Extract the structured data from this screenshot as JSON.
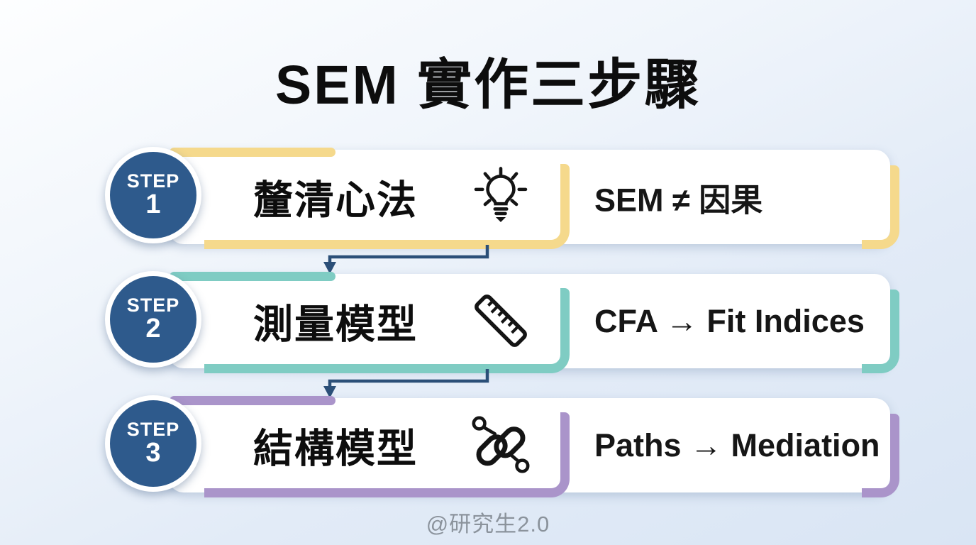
{
  "page": {
    "title": "SEM 實作三步驟",
    "footer_credit": "@研究生2.0"
  },
  "colors": {
    "background_top": "#FDFEFF",
    "background_bottom": "#D9E5F4",
    "badge_blue": "#2E5A8C",
    "connector_navy": "#2B4F78",
    "card_white": "#FFFFFF",
    "title_black": "#0D0D0D",
    "footer_gray": "#8B939C",
    "step1_accent": "#F5D98C",
    "step2_accent": "#7FCCC3",
    "step3_accent": "#AA94CA"
  },
  "steps": [
    {
      "badge_label": "STEP",
      "number": "1",
      "title": "釐清心法",
      "icon": "lightbulb-icon",
      "description": "SEM ≠ 因果",
      "accent": "#F5D98C"
    },
    {
      "badge_label": "STEP",
      "number": "2",
      "title": "測量模型",
      "icon": "ruler-icon",
      "description": "CFA → Fit Indices",
      "accent": "#7FCCC3"
    },
    {
      "badge_label": "STEP",
      "number": "3",
      "title": "結構模型",
      "icon": "network-link-icon",
      "description": "Paths → Mediation",
      "accent": "#AA94CA"
    }
  ]
}
